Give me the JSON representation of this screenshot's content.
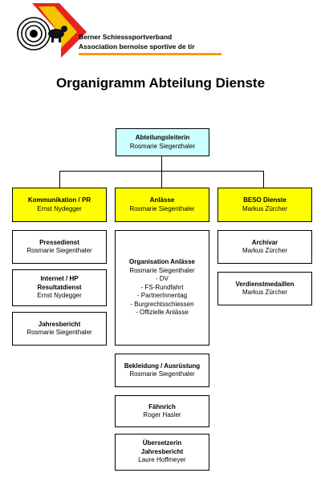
{
  "colors": {
    "head_box": "#ccffff",
    "dept_box": "#ffff00",
    "logo_red": "#e8231f",
    "logo_yellow": "#f5c400"
  },
  "logo": {
    "line1": "Berner Schiesssportverband",
    "line2": "Association bernoise sportive de tir"
  },
  "title": "Organigramm Abteilung Dienste",
  "head": {
    "role": "Abteilungsleiterin",
    "name": "Rosmarie Siegenthaler"
  },
  "departments": [
    {
      "title": "Kommunikation / PR",
      "name": "Ernst Nydegger"
    },
    {
      "title": "Anlässe",
      "name": "Rosmarie Siegenthaler"
    },
    {
      "title": "BESO Dienste",
      "name": "Markus Zürcher"
    }
  ],
  "col1": [
    {
      "title": "Pressedienst",
      "name": "Rosmarie Siegenthaler"
    },
    {
      "title": "Internet / HP",
      "title2": "Resultatdienst",
      "name": "Ernst Nydegger"
    },
    {
      "title": "Jahresbericht",
      "name": "Rosmarie Siegenthaler"
    }
  ],
  "col2": [
    {
      "title": "Organisation Anlässe",
      "name": "Rosmarie Siegenthaler",
      "items": [
        "- DV",
        "- FS-Rundfahrt",
        "- PartnerInnentag",
        "- Burgrechtsschiessen",
        "- Offizielle Anlässe"
      ]
    },
    {
      "title": "Bekleidung / Ausrüstung",
      "name": "Rosmarie Siegenthaler"
    },
    {
      "title": "Fähnrich",
      "name": "Roger Hasler"
    },
    {
      "title": "Übersetzerin",
      "title2": "Jahresbericht",
      "name": "Laure Hoffmeyer"
    }
  ],
  "col3": [
    {
      "title": "Archivar",
      "name": "Markus Zürcher"
    },
    {
      "title": "Verdienstmedaillen",
      "name": "Markus Zürcher"
    }
  ]
}
